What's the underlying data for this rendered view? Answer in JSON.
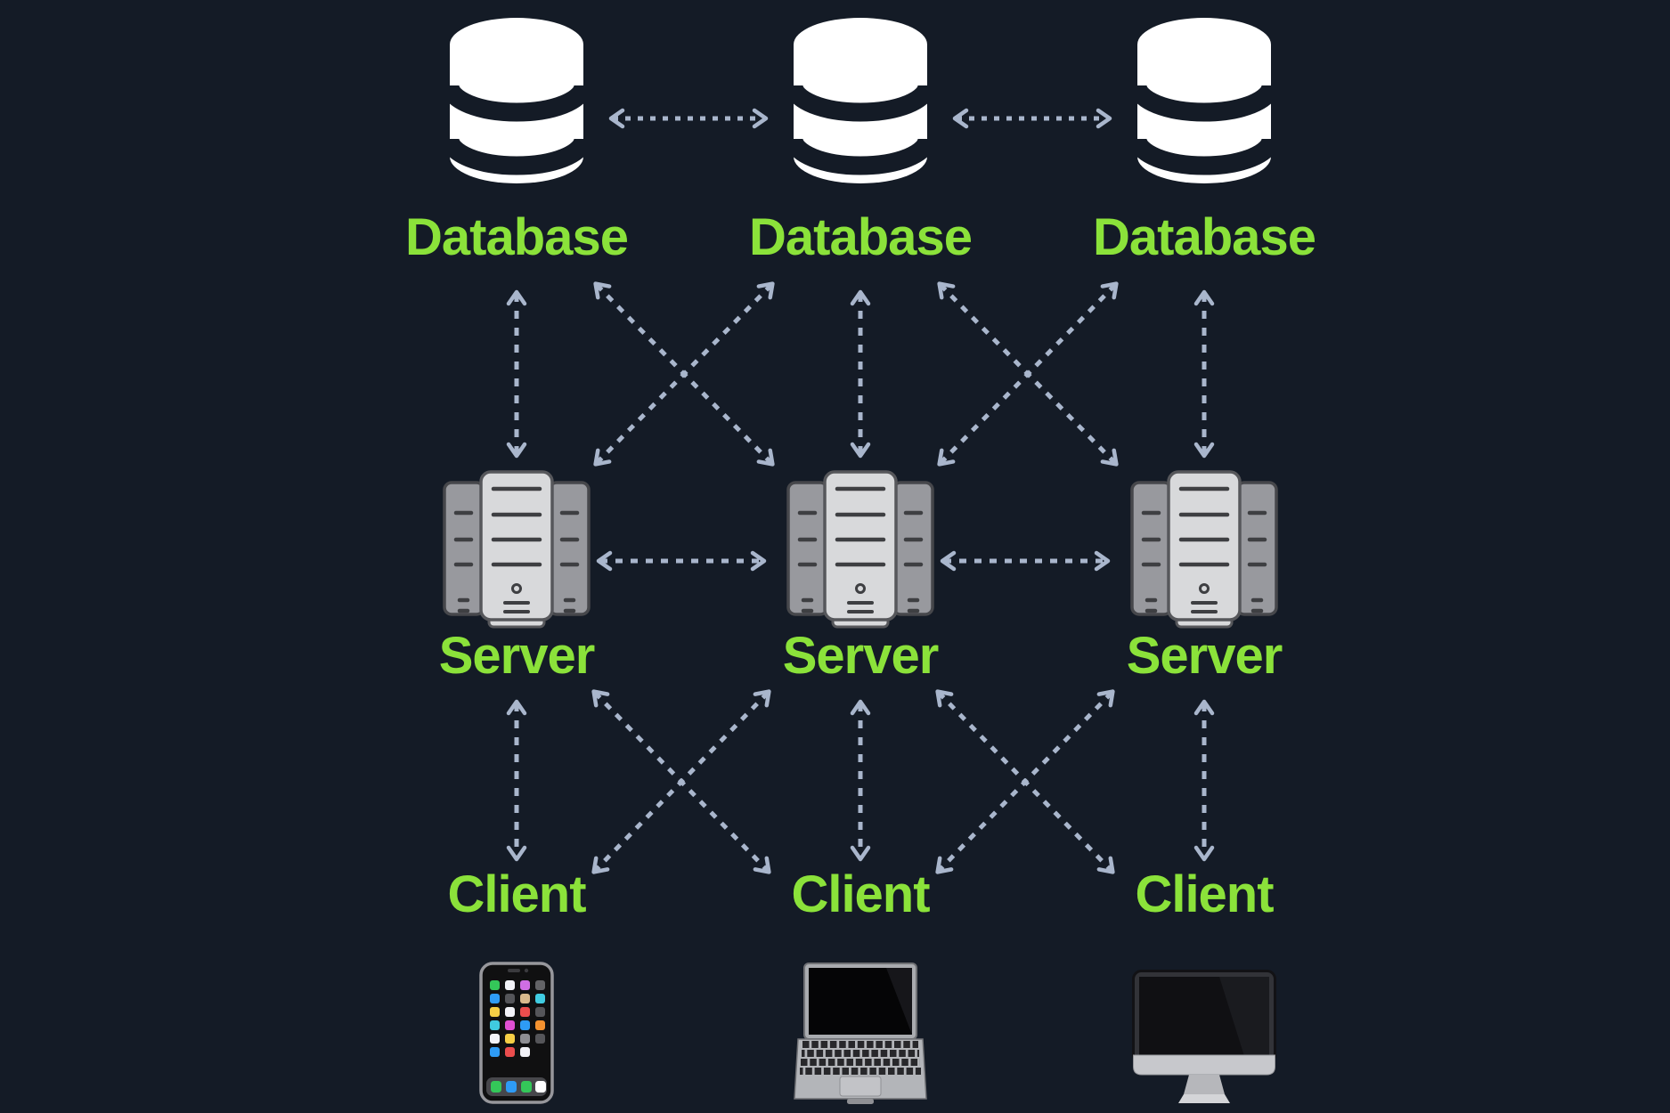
{
  "colors": {
    "background": "#141B26",
    "label_green": "#8BE23A",
    "arrow_gray_blue": "#A9B6CC",
    "database_icon_white": "#FFFFFF",
    "server_icon_light_gray": "#D8D9DB",
    "server_icon_side_gray": "#98999E"
  },
  "labels": {
    "database": "Database",
    "server": "Server",
    "client": "Client"
  },
  "tiers": {
    "databases": [
      {
        "label": "Database",
        "icon": "database-cylinder-icon"
      },
      {
        "label": "Database",
        "icon": "database-cylinder-icon"
      },
      {
        "label": "Database",
        "icon": "database-cylinder-icon"
      }
    ],
    "servers": [
      {
        "label": "Server",
        "icon": "server-tower-icon"
      },
      {
        "label": "Server",
        "icon": "server-tower-icon"
      },
      {
        "label": "Server",
        "icon": "server-tower-icon"
      }
    ],
    "clients": [
      {
        "label": "Client",
        "icon": "smartphone-icon"
      },
      {
        "label": "Client",
        "icon": "laptop-icon"
      },
      {
        "label": "Client",
        "icon": "desktop-computer-icon"
      }
    ]
  },
  "connections": {
    "line_style": "dashed",
    "arrows": "double-headed",
    "edges": [
      {
        "from": "database-1",
        "to": "database-2"
      },
      {
        "from": "database-2",
        "to": "database-3"
      },
      {
        "from": "server-1",
        "to": "server-2"
      },
      {
        "from": "server-2",
        "to": "server-3"
      },
      {
        "from": "database-1",
        "to": "server-1"
      },
      {
        "from": "database-2",
        "to": "server-2"
      },
      {
        "from": "database-3",
        "to": "server-3"
      },
      {
        "from": "database-1",
        "to": "server-2"
      },
      {
        "from": "database-2",
        "to": "server-1"
      },
      {
        "from": "database-2",
        "to": "server-3"
      },
      {
        "from": "database-3",
        "to": "server-2"
      },
      {
        "from": "server-1",
        "to": "client-1"
      },
      {
        "from": "server-2",
        "to": "client-2"
      },
      {
        "from": "server-3",
        "to": "client-3"
      },
      {
        "from": "server-1",
        "to": "client-2"
      },
      {
        "from": "server-2",
        "to": "client-1"
      },
      {
        "from": "server-2",
        "to": "client-3"
      },
      {
        "from": "server-3",
        "to": "client-2"
      }
    ]
  }
}
